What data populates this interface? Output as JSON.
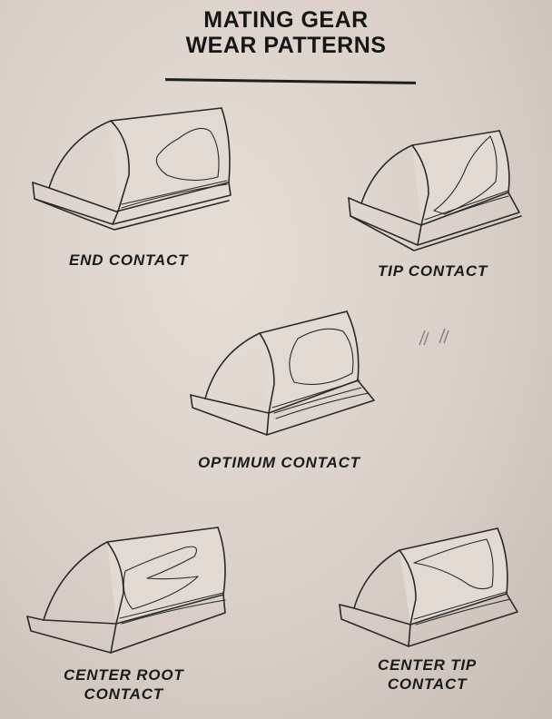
{
  "title": {
    "line1": "MATING GEAR",
    "line2": "WEAR PATTERNS"
  },
  "teeth": [
    {
      "label": "END CONTACT",
      "pattern": "end"
    },
    {
      "label": "TIP CONTACT",
      "pattern": "tip"
    },
    {
      "label": "OPTIMUM  CONTACT",
      "pattern": "optimum"
    },
    {
      "label": "CENTER  ROOT\nCONTACT",
      "line1": "CENTER  ROOT",
      "line2": "CONTACT",
      "pattern": "center-root"
    },
    {
      "label": "CENTER TIP\nCONTACT",
      "line1": "CENTER TIP",
      "line2": "CONTACT",
      "pattern": "center-tip"
    }
  ]
}
